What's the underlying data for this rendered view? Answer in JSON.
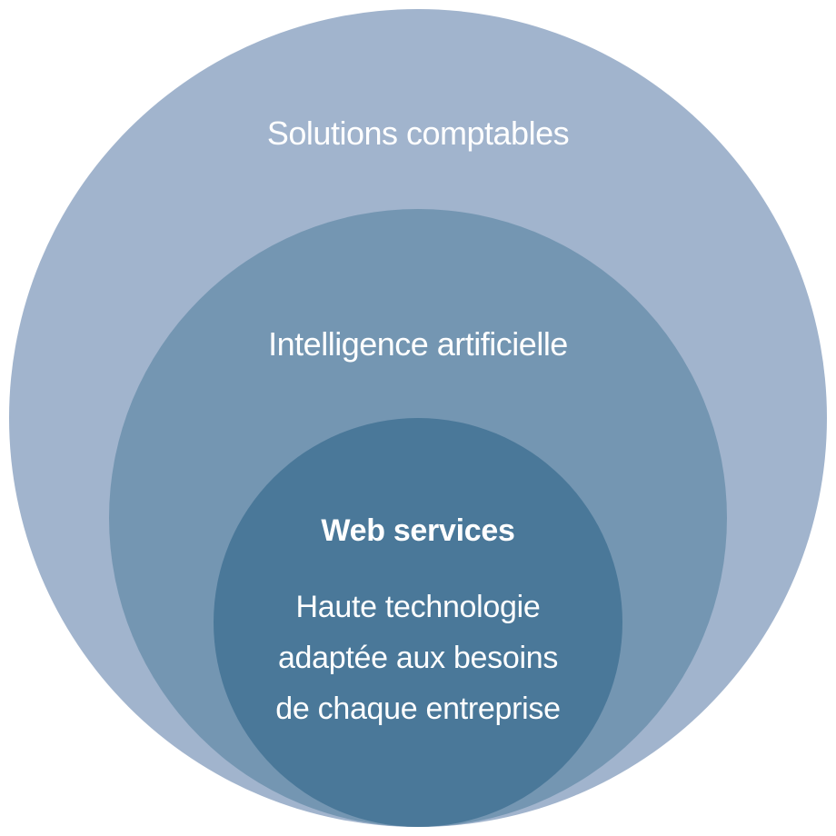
{
  "diagram": {
    "outer": {
      "label": "Solutions comptables",
      "color": "#A1B4CD"
    },
    "middle": {
      "label": "Intelligence artificielle",
      "color": "#7496B2"
    },
    "inner": {
      "title": "Web services",
      "description_lines": [
        "Haute technologie",
        "adaptée aux besoins",
        "de chaque entreprise"
      ],
      "color": "#4A7899"
    }
  }
}
